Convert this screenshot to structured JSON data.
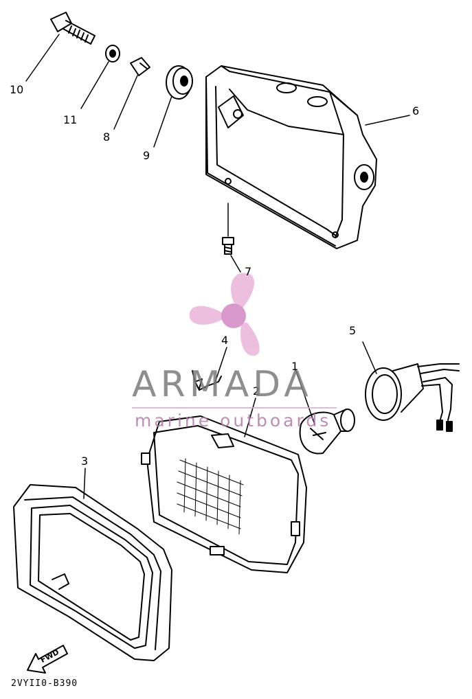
{
  "callouts": [
    {
      "id": "10",
      "label": "10"
    },
    {
      "id": "11",
      "label": "11"
    },
    {
      "id": "8",
      "label": "8"
    },
    {
      "id": "9",
      "label": "9"
    },
    {
      "id": "6",
      "label": "6"
    },
    {
      "id": "7",
      "label": "7"
    },
    {
      "id": "4",
      "label": "4"
    },
    {
      "id": "5",
      "label": "5"
    },
    {
      "id": "1",
      "label": "1"
    },
    {
      "id": "2",
      "label": "2"
    },
    {
      "id": "3",
      "label": "3"
    }
  ],
  "fwd_label": "FWD",
  "drawing_code": "2VYII0-B390",
  "watermark": {
    "brand": "ARMADA",
    "tagline": "marine outboards",
    "colors": {
      "logo": "#e8b5dc",
      "logo_dark": "#d78fc8",
      "text": "#7b7b7b"
    }
  }
}
